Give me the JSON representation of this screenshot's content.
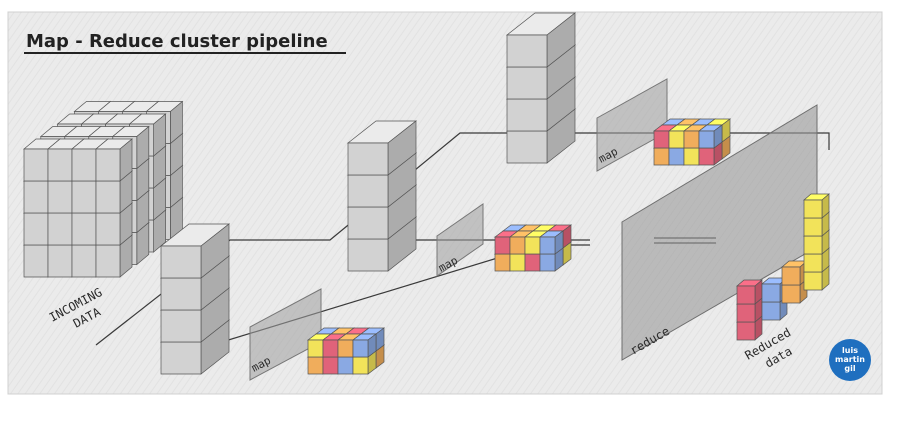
{
  "title": "Map - Reduce cluster pipeline",
  "labels": {
    "incoming_line1": "INCOMING",
    "incoming_line2": "DATA",
    "map_1": "map",
    "map_2": "map",
    "map_3": "map",
    "reduce": "reduce",
    "reduced_line1": "Reduced",
    "reduced_line2": "data"
  },
  "logo": {
    "line1": "luis",
    "line2": "martin",
    "line3": "gil"
  },
  "colors": {
    "red": "#e0637a",
    "blue": "#8aa9e3",
    "yellow": "#f2e35a",
    "orange": "#f0ad5c",
    "gray_box": "#d2d2d2",
    "logo_blue": "#1f6fbf",
    "background": "#e9e9e9"
  }
}
